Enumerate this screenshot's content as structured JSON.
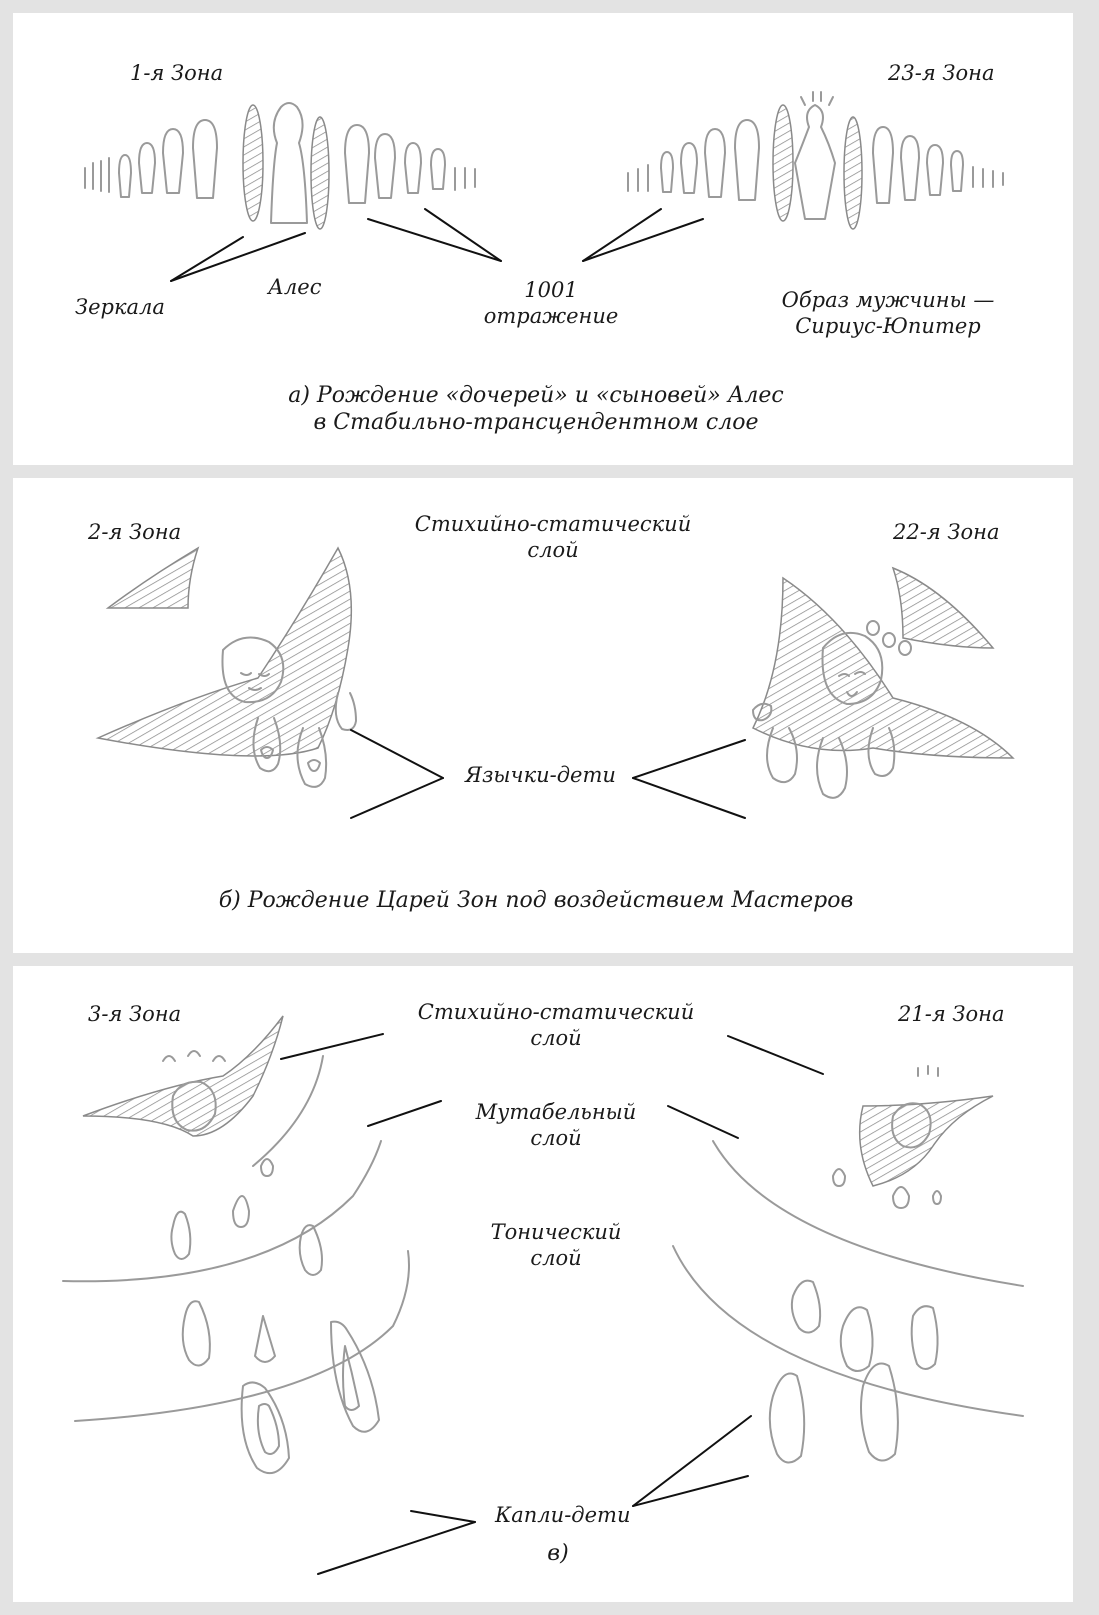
{
  "panel_a": {
    "zone_left": "1-я Зона",
    "zone_right": "23-я Зона",
    "mirrors": "Зеркала",
    "ales": "Алес",
    "reflection_num": "1001",
    "reflection_word": "отражение",
    "male_image_1": "Образ мужчины —",
    "male_image_2": "Сириус-Юпитер",
    "caption_1": "а) Рождение «дочерей» и «сыновей» Алес",
    "caption_2": "в Стабильно-трансцендентном слое"
  },
  "panel_b": {
    "zone_left": "2-я Зона",
    "zone_right": "22-я Зона",
    "layer_1": "Стихийно-статический",
    "layer_2": "слой",
    "tongues": "Язычки-дети",
    "caption": "б) Рождение Царей Зон под воздействием Мастеров"
  },
  "panel_c": {
    "zone_left": "3-я Зона",
    "zone_right": "21-я Зона",
    "layer1_1": "Стихийно-статический",
    "layer1_2": "слой",
    "layer2_1": "Мутабельный",
    "layer2_2": "слой",
    "layer3_1": "Тонический",
    "layer3_2": "слой",
    "drops": "Капли-дети",
    "caption": "в)"
  }
}
